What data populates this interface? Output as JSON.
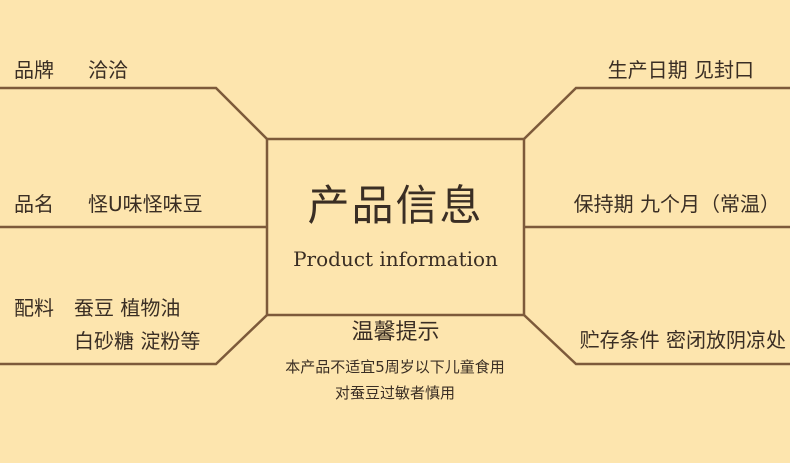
{
  "colors": {
    "background": "#fde5ae",
    "line": "#7d5a3a",
    "text": "#3a2e24"
  },
  "left": {
    "brand_label": "品牌",
    "brand_value": "洽洽",
    "name_label": "品名",
    "name_value": "怪U味怪味豆",
    "ingredients_label": "配料",
    "ingredients_line1": "蚕豆  植物油",
    "ingredients_line2": "白砂糖  淀粉等"
  },
  "right": {
    "production_date": "生产日期  见封口",
    "shelf_life": "保持期  九个月（常温）",
    "storage": "贮存条件  密闭放阴凉处"
  },
  "center": {
    "title": "产品信息",
    "subtitle": "Product information"
  },
  "notice": {
    "title": "温馨提示",
    "line1": "本产品不适宜5周岁以下儿童食用",
    "line2": "对蚕豆过敏者慎用"
  }
}
